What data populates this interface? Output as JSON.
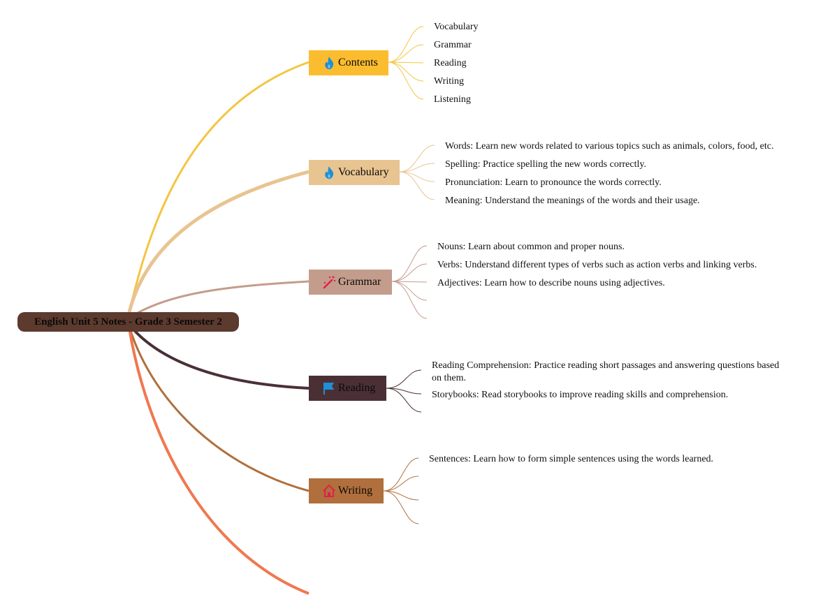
{
  "root": {
    "label": "English Unit 5 Notes - Grade 3 Semester 2"
  },
  "topics": [
    {
      "label": "Contents",
      "icon": "fire-icon",
      "color": "#fbbd2f",
      "items": [
        "Vocabulary",
        "Grammar",
        "Reading",
        "Writing",
        "Listening"
      ]
    },
    {
      "label": "Vocabulary",
      "icon": "fire-icon",
      "color": "#e8c490",
      "items": [
        "Words: Learn new words related to various topics such as animals, colors, food, etc.",
        "Spelling: Practice spelling the new words correctly.",
        "Pronunciation: Learn to pronounce the words correctly.",
        "Meaning: Understand the meanings of the words and their usage."
      ]
    },
    {
      "label": "Grammar",
      "icon": "magic-wand-icon",
      "color": "#c49c8c",
      "items": [
        "Nouns: Learn about common and proper nouns.",
        "Verbs: Understand different types of verbs such as action verbs and linking verbs.",
        "Adjectives: Learn how to describe nouns using adjectives."
      ]
    },
    {
      "label": "Reading",
      "icon": "flag-icon",
      "color": "#4a3035",
      "items": [
        "Reading Comprehension: Practice reading short passages and answering questions based on them.",
        "Storybooks: Read storybooks to improve reading skills and comprehension."
      ]
    },
    {
      "label": "Writing",
      "icon": "house-icon",
      "color": "#b06f3c",
      "items": [
        "Sentences: Learn how to form simple sentences using the words learned."
      ]
    }
  ],
  "colors": {
    "root": "#5c3a2e",
    "extra_branch": "#f07850"
  }
}
